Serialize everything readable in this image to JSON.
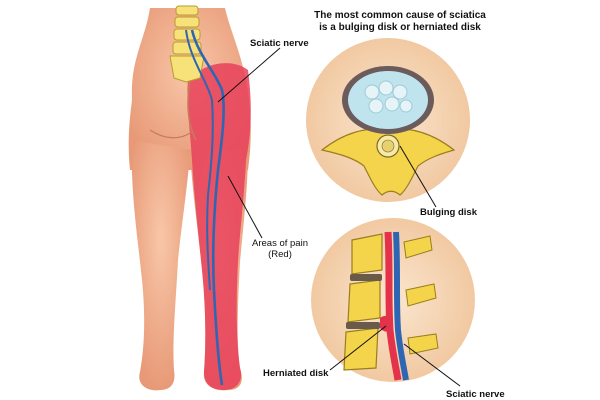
{
  "title_line1": "The most common cause of sciatica",
  "title_line2": "is a bulging disk or herniated disk",
  "labels": {
    "sciatic_nerve_top": "Sciatic nerve",
    "areas_of_pain_line1": "Areas of pain",
    "areas_of_pain_line2": "(Red)",
    "bulging_disk": "Bulging disk",
    "herniated_disk": "Herniated disk",
    "sciatic_nerve_bottom": "Sciatic nerve"
  },
  "colors": {
    "skin": "#f3b392",
    "pain_red": "#e8415a",
    "nerve_blue": "#2f66b3",
    "bone_yellow": "#f4d44a",
    "circle_bg": "#f6dcc0",
    "disk_blue": "#bfe4ee"
  }
}
